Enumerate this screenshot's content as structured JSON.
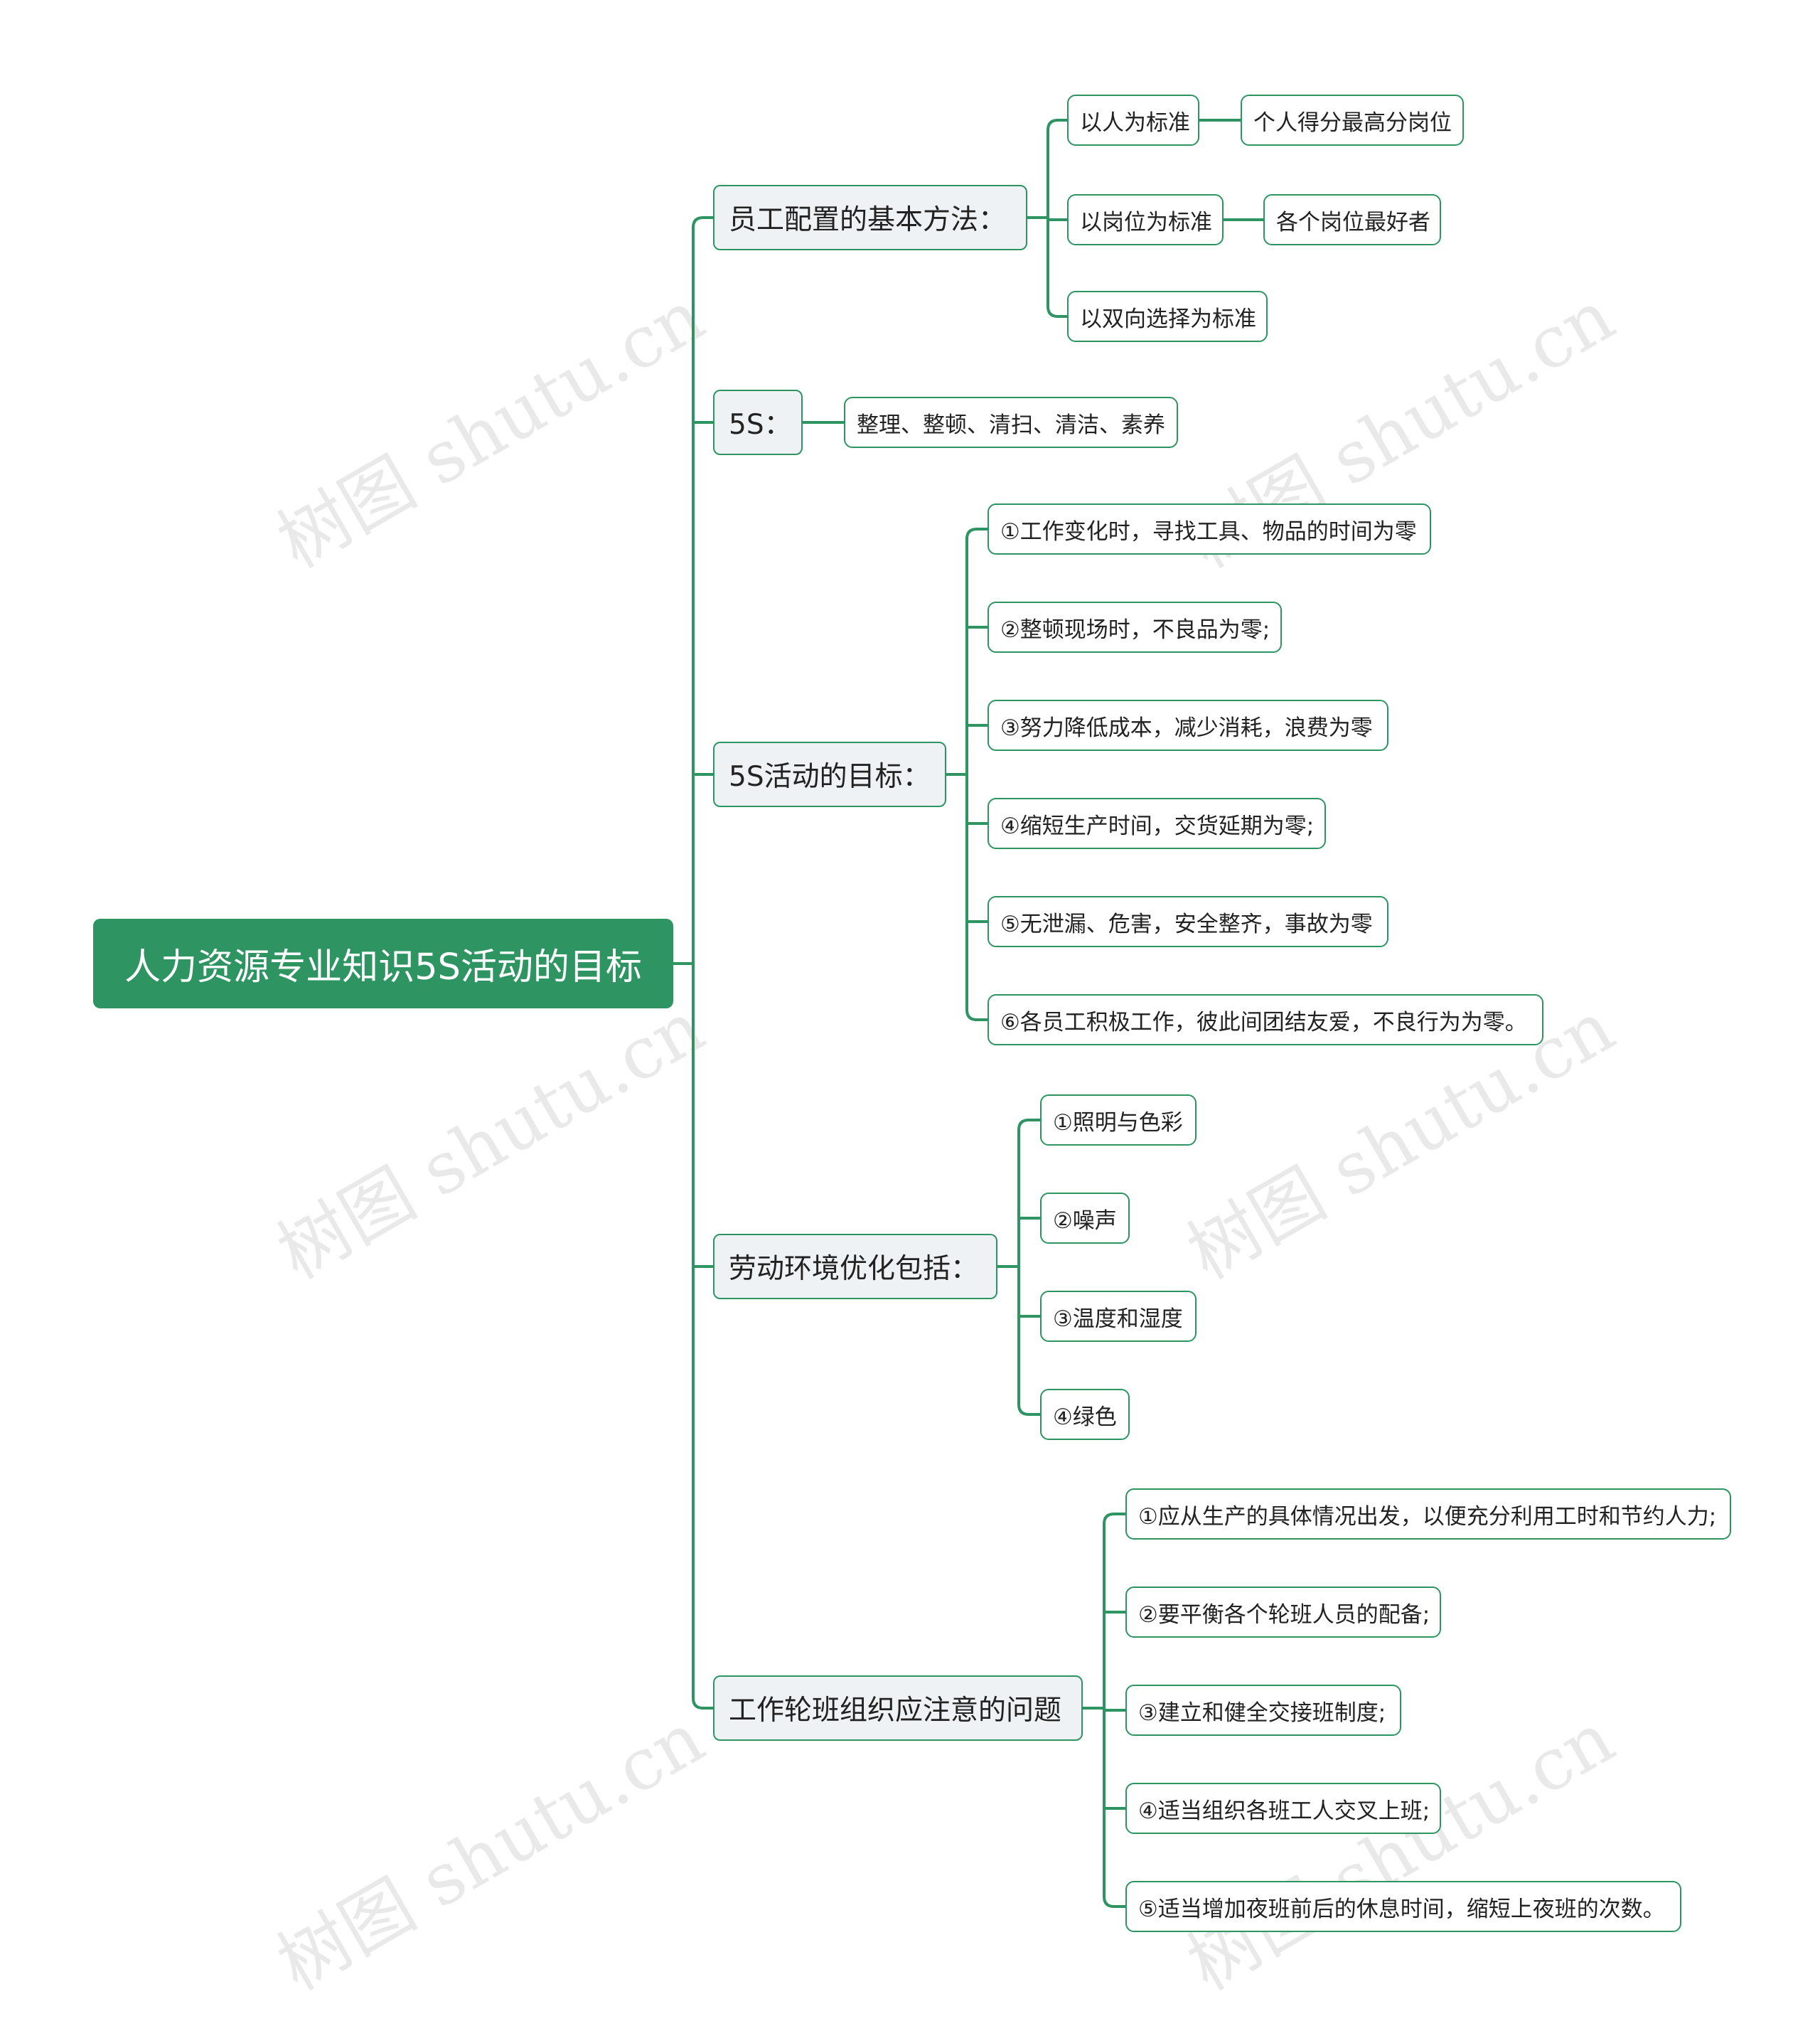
{
  "root": {
    "label": "人力资源专业知识5S活动的目标"
  },
  "branches": {
    "staffing": {
      "label": "员工配置的基本方法：",
      "children": [
        "以人为标准",
        "以岗位为标准",
        "以双向选择为标准"
      ],
      "grandchildren": [
        "个人得分最高分岗位",
        "各个岗位最好者"
      ]
    },
    "five_s": {
      "label": "5S：",
      "children": [
        "整理、整顿、清扫、清洁、素养"
      ]
    },
    "goals": {
      "label": "5S活动的目标：",
      "children": [
        "①工作变化时，寻找工具、物品的时间为零",
        "②整顿现场时，不良品为零;",
        "③努力降低成本，减少消耗，浪费为零",
        "④缩短生产时间，交货延期为零;",
        "⑤无泄漏、危害，安全整齐，事故为零",
        "⑥各员工积极工作，彼此间团结友爱，不良行为为零。"
      ]
    },
    "environment": {
      "label": "劳动环境优化包括：",
      "children": [
        "①照明与色彩",
        "②噪声",
        "③温度和湿度",
        "④绿色"
      ]
    },
    "shifts": {
      "label": "工作轮班组织应注意的问题",
      "children": [
        "①应从生产的具体情况出发，以便充分利用工时和节约人力;",
        "②要平衡各个轮班人员的配备;",
        "③建立和健全交接班制度;",
        "④适当组织各班工人交叉上班;",
        "⑤适当增加夜班前后的休息时间，缩短上夜班的次数。"
      ]
    }
  },
  "watermark": "树图 shutu.cn",
  "colors": {
    "accent": "#2e9462",
    "branch_fill": "#eef2f4",
    "leaf_fill": "#ffffff"
  }
}
